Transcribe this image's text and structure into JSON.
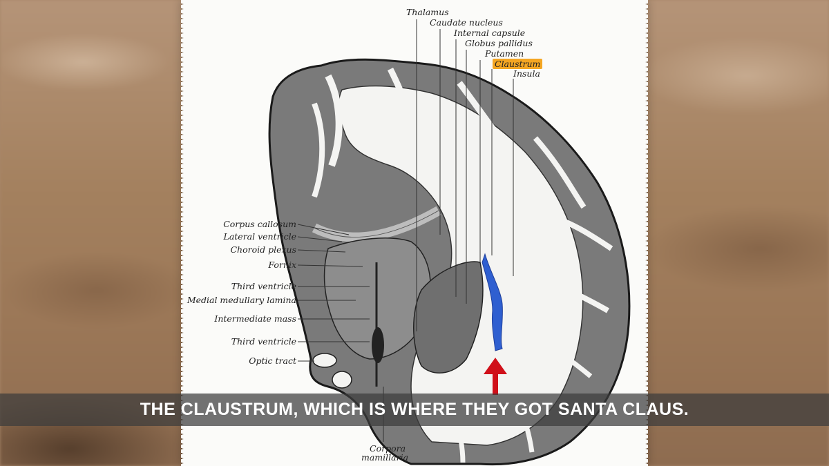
{
  "diagram": {
    "labels_top": [
      {
        "id": "thalamus",
        "text": "Thalamus"
      },
      {
        "id": "caudate",
        "text": "Caudate nucleus"
      },
      {
        "id": "internal-capsule",
        "text": "Internal capsule"
      },
      {
        "id": "globus-pallidus",
        "text": "Globus pallidus"
      },
      {
        "id": "putamen",
        "text": "Putamen"
      },
      {
        "id": "claustrum",
        "text": "Claustrum"
      },
      {
        "id": "insula",
        "text": "Insula"
      }
    ],
    "labels_left": [
      {
        "id": "corpus-callosum",
        "text": "Corpus callosum"
      },
      {
        "id": "lateral-ventricle",
        "text": "Lateral ventricle"
      },
      {
        "id": "choroid-plexus",
        "text": "Choroid plexus"
      },
      {
        "id": "fornix",
        "text": "Fornix"
      },
      {
        "id": "third-ventricle-1",
        "text": "Third ventricle"
      },
      {
        "id": "medial-medullary-lamina",
        "text": "Medial medullary lamina"
      },
      {
        "id": "intermediate-mass",
        "text": "Intermediate mass"
      },
      {
        "id": "third-ventricle-2",
        "text": "Third ventricle"
      },
      {
        "id": "optic-tract",
        "text": "Optic tract"
      }
    ],
    "labels_bottom": [
      {
        "id": "corpora",
        "text": "Corpora"
      },
      {
        "id": "mamillaria",
        "text": "mamillaria"
      }
    ],
    "highlight_color": "#f4a623",
    "claustrum_color": "#2f5fd0",
    "arrow_color": "#d0101a"
  },
  "caption": {
    "text": "THE CLAUSTRUM, WHICH IS WHERE THEY GOT SANTA CLAUS."
  }
}
